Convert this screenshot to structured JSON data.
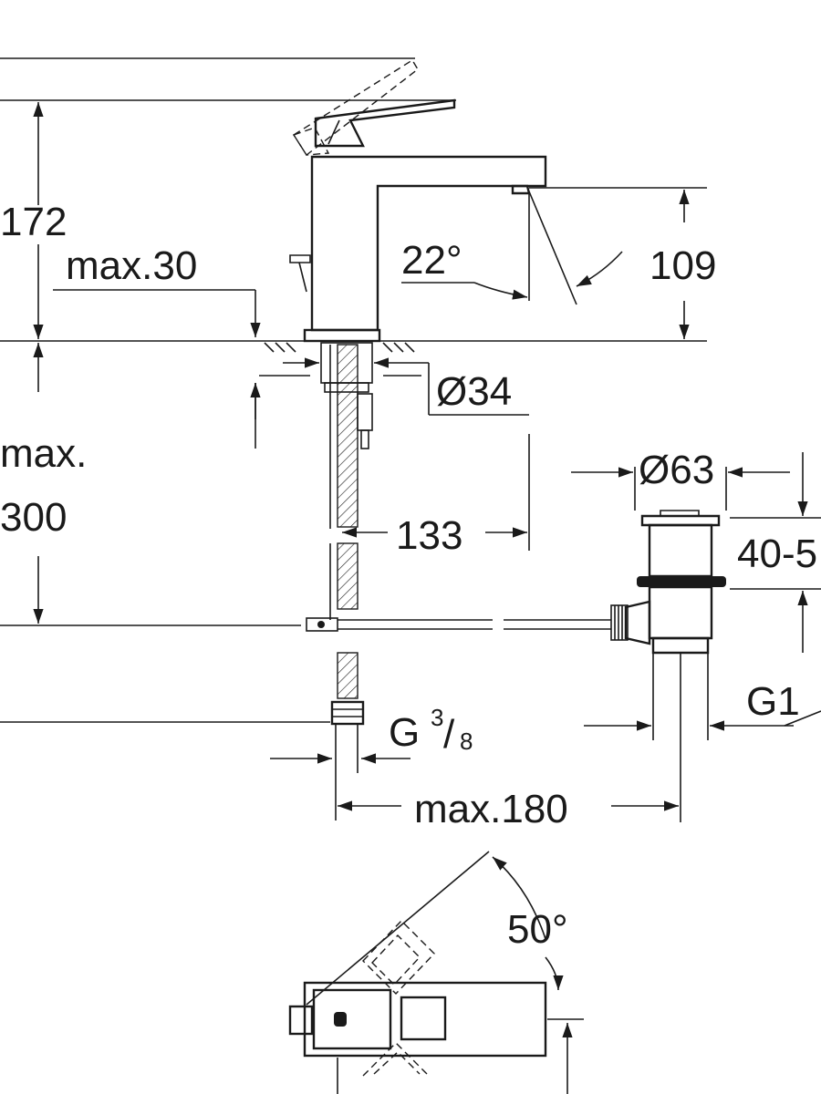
{
  "dimensions": {
    "height_total": "172",
    "max_30": "max.30",
    "angle_spout": "22°",
    "spout_height": "109",
    "diameter_base": "Ø34",
    "max_label": "max.",
    "max_300": "300",
    "diameter_waste": "Ø63",
    "waste_range": "40-5",
    "dist_133": "133",
    "thread_waste": "G1",
    "thread_supply_main": "G",
    "thread_supply_num": "3",
    "thread_supply_den": "8",
    "max_180": "max.180",
    "lever_angle": "50°"
  }
}
